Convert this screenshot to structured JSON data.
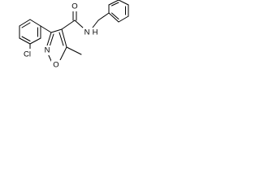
{
  "molecule": {
    "labels": {
      "chlorine": "Cl",
      "amide_oxygen": "O",
      "amide_nitrogen": "N",
      "amide_hydrogen": "H",
      "ring_nitrogen": "N",
      "ring_oxygen": "O"
    },
    "colors": {
      "bond": "#000000",
      "text": "#000000",
      "background": "#ffffff"
    }
  }
}
